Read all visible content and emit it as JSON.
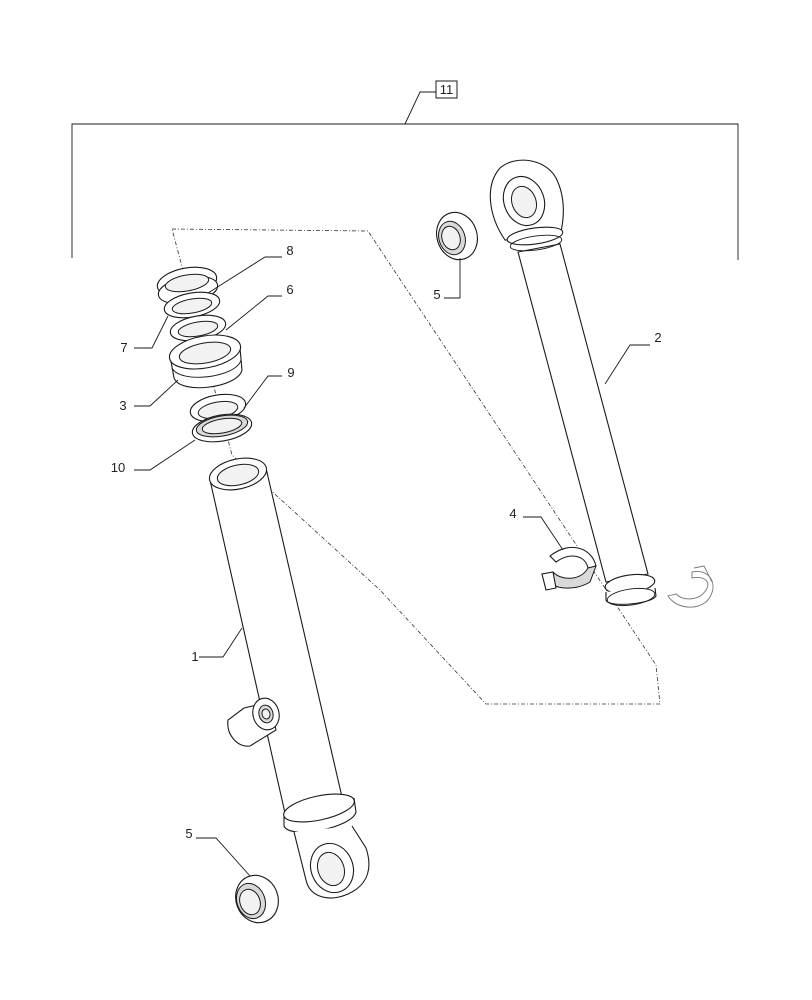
{
  "labels": {
    "assembly": "11",
    "cylinder_barrel": "1",
    "piston_rod": "2",
    "piston": "3",
    "half_ring": "4",
    "bushing_top": "5",
    "bushing_bottom": "5",
    "ring_6": "6",
    "ring_7": "7",
    "ring_8": "8",
    "ring_9": "9",
    "ring_10": "10"
  }
}
